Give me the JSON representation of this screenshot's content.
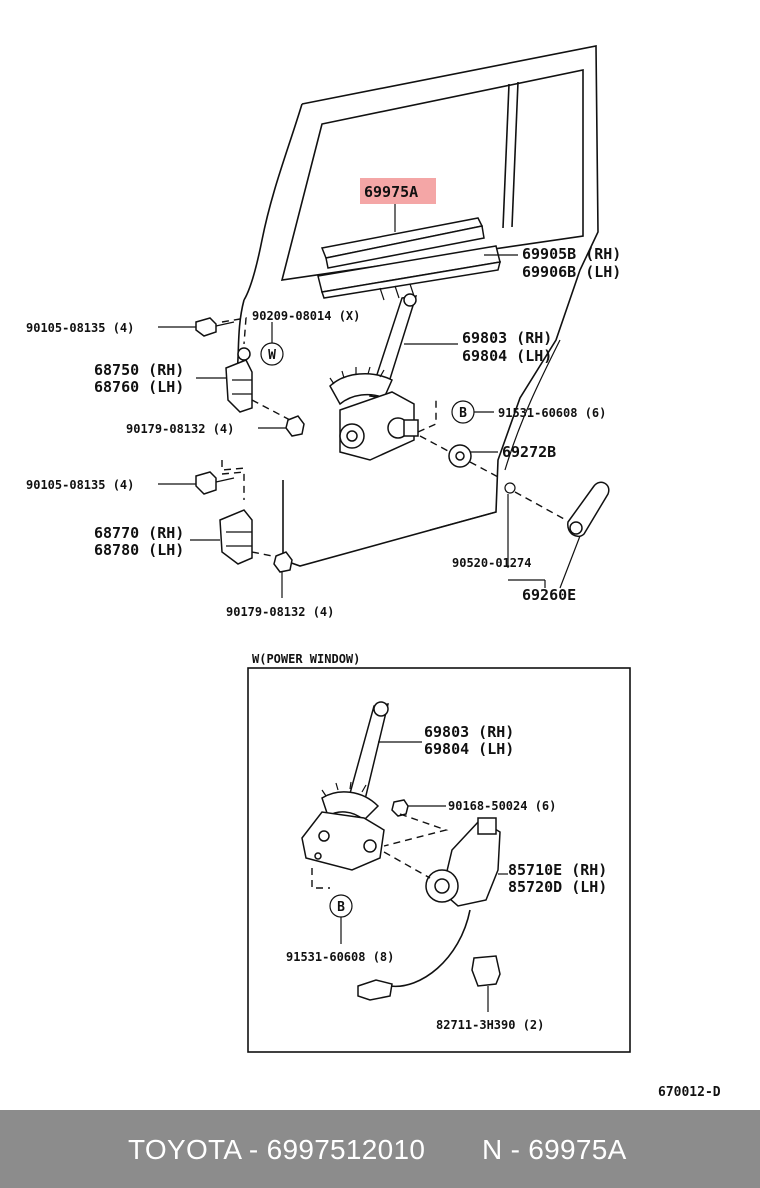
{
  "labels": {
    "glass_channel": "69975A",
    "run_rh": "69905B (RH)",
    "run_lh": "69906B (LH)",
    "bolt_top": "90105-08135 (4)",
    "bolt_x": "90209-08014 (X)",
    "regulator_rh": "69803 (RH)",
    "regulator_lh": "69804 (LH)",
    "hinge_upper_rh": "68750 (RH)",
    "hinge_upper_lh": "68760 (LH)",
    "screw_b": "91531-60608 (6)",
    "nut_upper": "90179-08132 (4)",
    "washer": "69272B",
    "bolt_lower": "90105-08135 (4)",
    "hinge_lower_rh": "68770 (RH)",
    "hinge_lower_lh": "68780 (LH)",
    "clip": "90520-01274",
    "handle": "69260E",
    "nut_lower": "90179-08132 (4)",
    "marker_w": "W",
    "marker_b": "B",
    "marker_b2": "B",
    "box_title": "W(POWER WINDOW)",
    "pw_regulator_rh": "69803 (RH)",
    "pw_regulator_lh": "69804 (LH)",
    "pw_screw": "90168-50024 (6)",
    "motor_rh": "85710E (RH)",
    "motor_lh": "85720D (LH)",
    "pw_screw_b": "91531-60608 (8)",
    "connector": "82711-3H390 (2)",
    "diagram_code": "670012-D"
  },
  "footer": {
    "left": "TOYOTA - 6997512010",
    "right": "N - 69975A"
  },
  "colors": {
    "highlight": "#f4a6a6",
    "footer_bg": "#8c8c8c"
  }
}
